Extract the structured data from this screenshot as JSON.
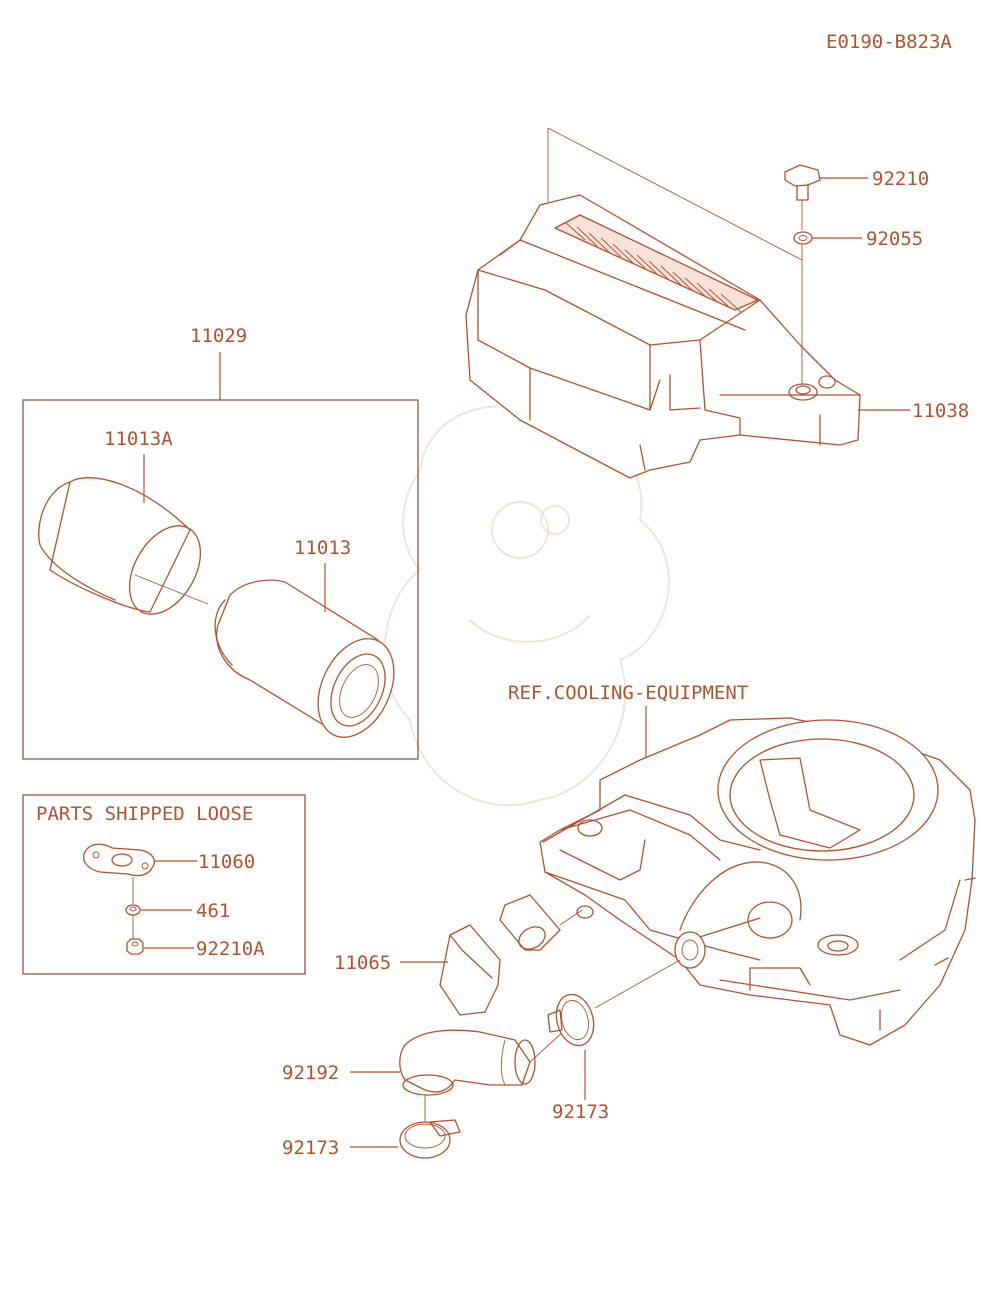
{
  "diagram_code": "E0190-B823A",
  "colors": {
    "ink": "#b0532e",
    "box": "#8a4a35",
    "watermark": "#f0e4dd",
    "background": "#ffffff"
  },
  "parts": {
    "p92210": "92210",
    "p92055": "92055",
    "p11038": "11038",
    "p11029": "11029",
    "p11013A": "11013A",
    "p11013": "11013",
    "p11065": "11065",
    "p92192": "92192",
    "p92173_lower": "92173",
    "p92173_right": "92173"
  },
  "ref_label": "REF.COOLING-EQUIPMENT",
  "loose_box": {
    "title": "PARTS SHIPPED LOOSE",
    "items": [
      "11060",
      "461",
      "92210A"
    ]
  }
}
